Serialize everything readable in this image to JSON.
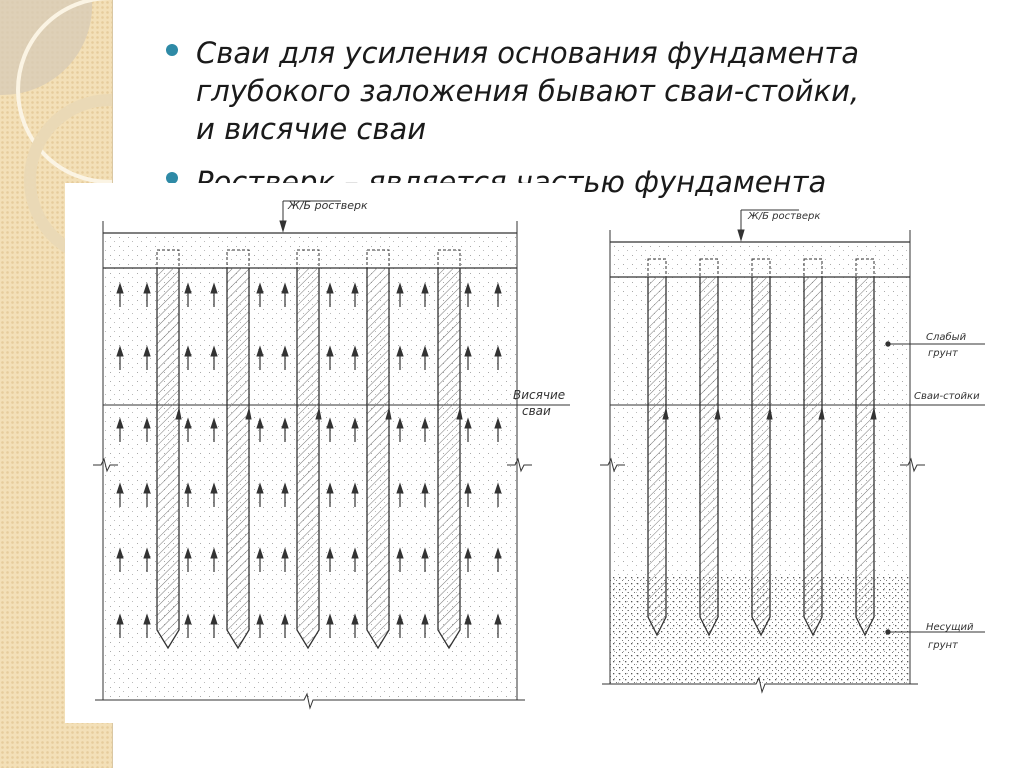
{
  "bullets": [
    {
      "lines": [
        "Сваи для усиления основания фундамента",
        "глубокого заложения бывают сваи-стойки,",
        " и висячие сваи"
      ]
    },
    {
      "lines": [
        "Ростверк – является частью фундамента"
      ]
    }
  ],
  "colors": {
    "bullet": "#2e8aa6",
    "background_strip": "#f3e0b8"
  },
  "left_drawing": {
    "grillage_label": "Ж/Б ростверк",
    "piles_label_1": "Висячие",
    "piles_label_2": "сваи"
  },
  "right_drawing": {
    "grillage_label": "Ж/Б ростверк",
    "weak_soil_1": "Слабый",
    "weak_soil_2": "грунт",
    "piles_label": "Сваи-стойки",
    "bearing_soil_1": "Несущий",
    "bearing_soil_2": "грунт"
  }
}
